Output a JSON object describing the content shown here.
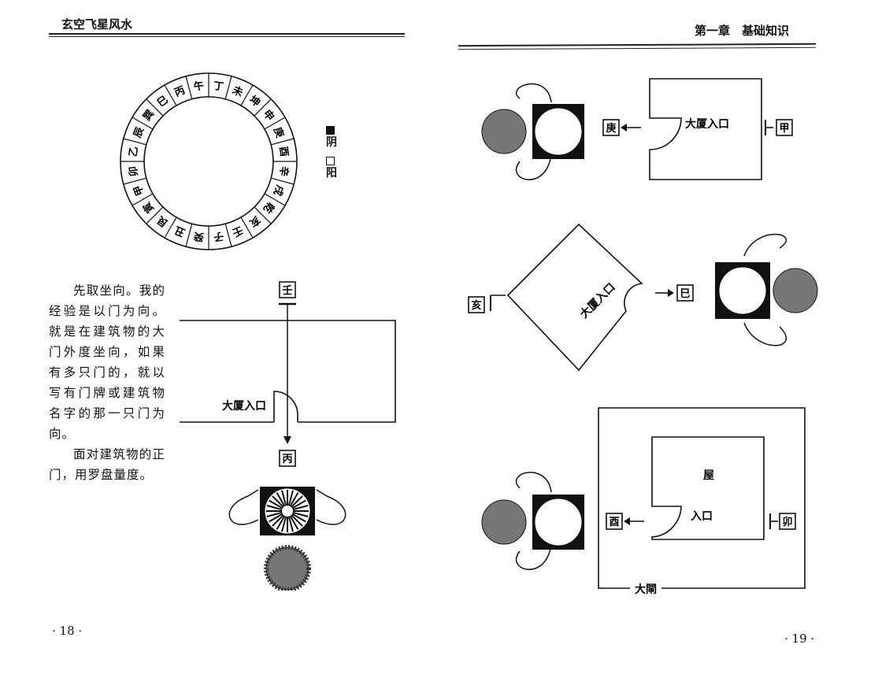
{
  "left_page": {
    "header": "玄空飞星风水",
    "body_paragraphs": [
      "先取坐向。我的经验是以门为向。就是在建筑物的大门外度坐向，如果有多只门的，就以写有门牌或建筑物名字的那一只门为向。",
      "面对建筑物的正门，用罗盘量度。"
    ],
    "page_number": "· 18 ·",
    "ring_labels": [
      "丙",
      "午",
      "丁",
      "未",
      "坤",
      "申",
      "庚",
      "酉",
      "辛",
      "戌",
      "乾",
      "亥",
      "壬",
      "子",
      "癸",
      "丑",
      "艮",
      "寅",
      "甲",
      "卯",
      "乙",
      "辰",
      "巽",
      "巳"
    ],
    "legend": {
      "yin": "阴",
      "yang": "阳"
    },
    "diagram": {
      "sit": "壬",
      "face": "丙",
      "entrance": "大厦入口"
    }
  },
  "right_page": {
    "header": "第一章　基础知识",
    "page_number": "· 19 ·",
    "fig1": {
      "entrance": "大厦入口",
      "face": "庚",
      "sit": "甲"
    },
    "fig2": {
      "entrance": "大厦入口",
      "face": "巳",
      "sit": "亥"
    },
    "fig3": {
      "house": "屋",
      "entrance": "入口",
      "face": "酉",
      "sit": "卯",
      "gate": "大閘"
    }
  }
}
